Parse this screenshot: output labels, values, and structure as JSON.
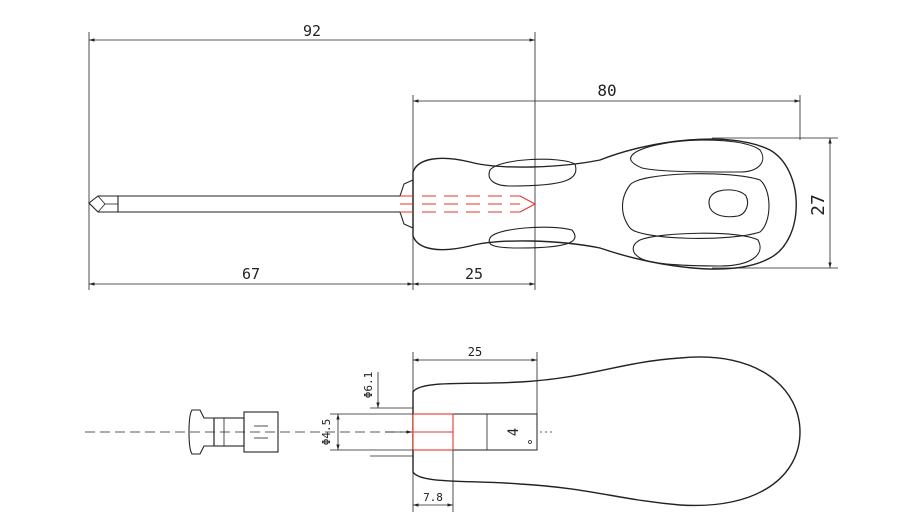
{
  "dimensions": {
    "overall_length": "92",
    "handle_length": "80",
    "shaft_length": "67",
    "bolster_length": "25",
    "handle_diameter": "27",
    "section_length": "25",
    "outer_bore": "Φ6.1",
    "inner_bore": "Φ4.5",
    "depth": "7.8",
    "socket_depth": "4"
  },
  "colors": {
    "line": "#222222",
    "hidden": "#e8342c"
  }
}
